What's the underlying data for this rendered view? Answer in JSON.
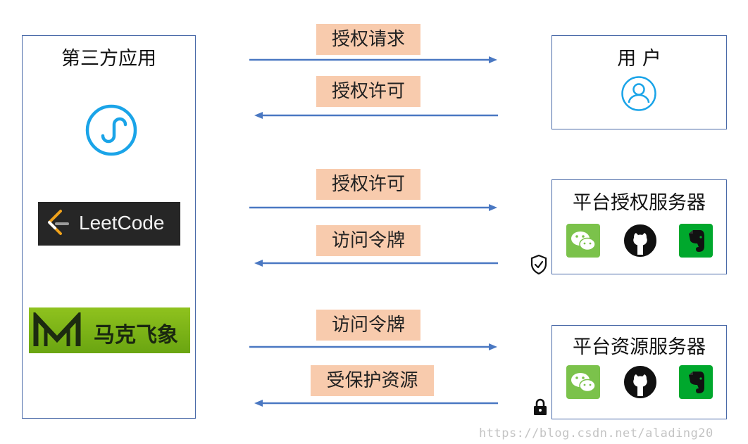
{
  "third_party": {
    "title": "第三方应用",
    "apps": [
      {
        "icon": "mini-program-icon"
      },
      {
        "name": "LeetCode",
        "icon": "leetcode-logo"
      },
      {
        "name": "马克飞象",
        "icon": "maxiang-logo"
      }
    ]
  },
  "user_box": {
    "title": "用 户",
    "icon": "user-avatar-icon"
  },
  "auth_server": {
    "title": "平台授权服务器",
    "icons": [
      "wechat-icon",
      "github-icon",
      "evernote-icon"
    ],
    "badge": "shield-check-icon"
  },
  "resource_server": {
    "title": "平台资源服务器",
    "icons": [
      "wechat-icon",
      "github-icon",
      "evernote-icon"
    ],
    "badge": "lock-icon"
  },
  "flows": [
    {
      "label": "授权请求",
      "direction": "right"
    },
    {
      "label": "授权许可",
      "direction": "left"
    },
    {
      "label": "授权许可",
      "direction": "right"
    },
    {
      "label": "访问令牌",
      "direction": "left"
    },
    {
      "label": "访问令牌",
      "direction": "right"
    },
    {
      "label": "受保护资源",
      "direction": "left"
    }
  ],
  "colors": {
    "arrow": "#4a78c2",
    "tag_bg": "#f8cbad",
    "box_border": "#4a6aa8",
    "wechat": "#7bc24b",
    "evernote": "#00a82d"
  },
  "watermark": "https://blog.csdn.net/alading20"
}
